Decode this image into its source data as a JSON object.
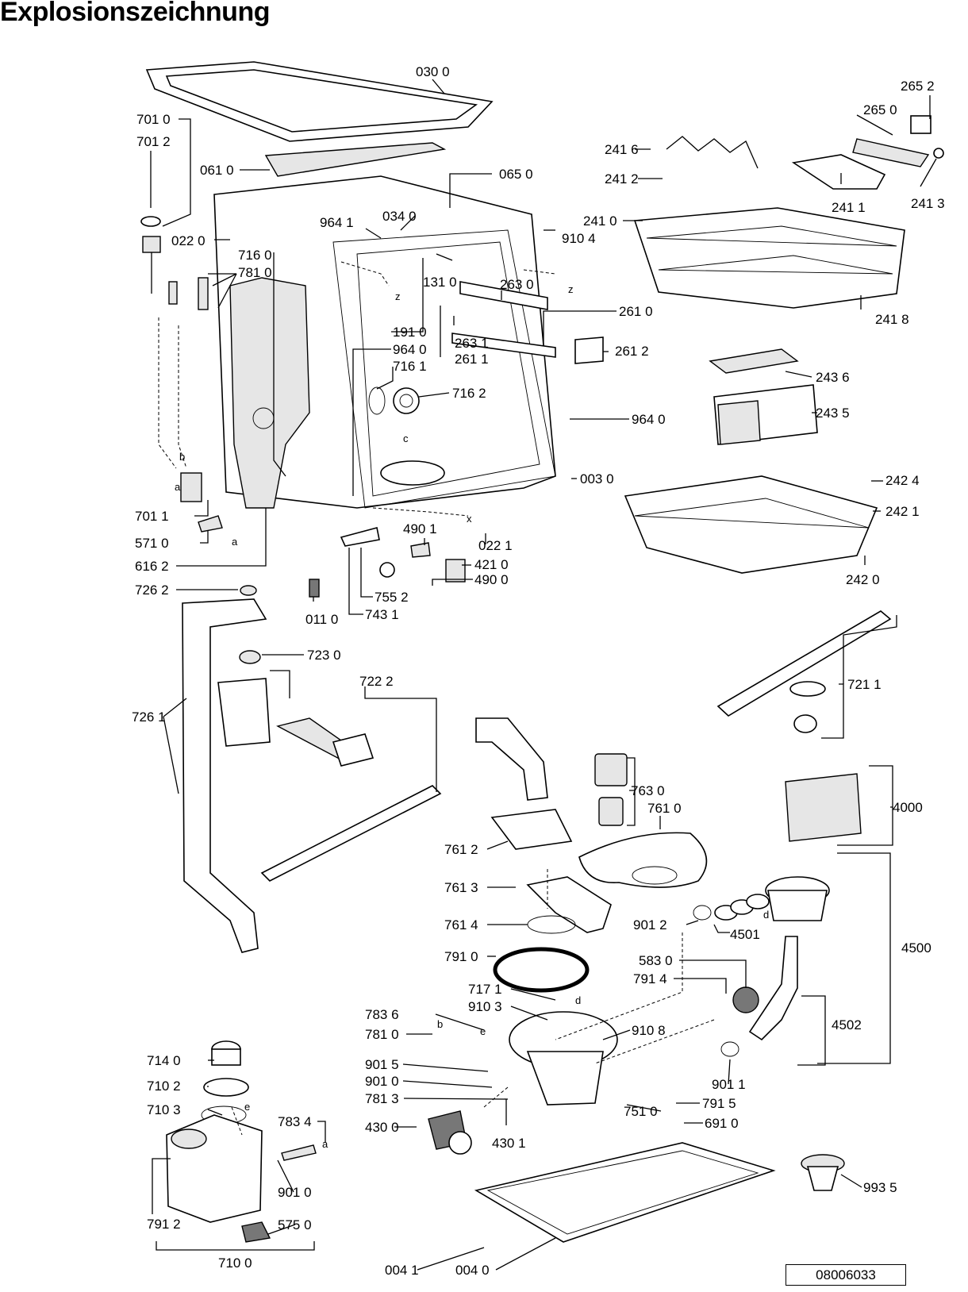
{
  "title": "Explosionszeichnung",
  "reference_number": "08006033",
  "part_labels": {
    "p0300": "030 0",
    "p7010": "701 0",
    "p7012": "701 2",
    "p2652": "265 2",
    "p2650": "265 0",
    "p2416": "241 6",
    "p0610": "061 0",
    "p0650": "065 0",
    "p2412": "241 2",
    "p2411": "241 1",
    "p2413": "241 3",
    "p0340": "034 0",
    "p9641a": "964 1",
    "p2410": "241 0",
    "p9104": "910 4",
    "p0220": "022 0",
    "p7160": "716 0",
    "p7810a": "781 0",
    "p1310": "131 0",
    "p2630": "263 0",
    "p2610": "261 0",
    "p2418": "241 8",
    "p1910": "191 0",
    "p9640a": "964 0",
    "p2631": "263 1",
    "p2611": "261 1",
    "p2612": "261 2",
    "p7161": "716 1",
    "p7162": "716 2",
    "p2436": "243 6",
    "p2435": "243 5",
    "p9640b": "964 0",
    "p0030": "003 0",
    "p2424": "242 4",
    "p2421": "242 1",
    "p7011": "701 1",
    "p4901": "490 1",
    "p0221": "022 1",
    "p5710": "571 0",
    "p4210": "421 0",
    "p6162": "616 2",
    "p4900": "490 0",
    "p2420": "242 0",
    "p7262": "726 2",
    "p7552": "755 2",
    "p0110": "011 0",
    "p7431": "743 1",
    "p7230": "723 0",
    "p7222": "722 2",
    "p7211": "721 1",
    "p7261": "726 1",
    "p7630": "763 0",
    "p7610": "761 0",
    "p4000": "4000",
    "p7612": "761 2",
    "p7613": "761 3",
    "p9012": "901 2",
    "p4501": "4501",
    "p7614": "761 4",
    "p4500": "4500",
    "p7910": "791 0",
    "p5830": "583 0",
    "p7171": "717 1",
    "p7914": "791 4",
    "p9103": "910 3",
    "p7836": "783 6",
    "p9108": "910 8",
    "p4502": "4502",
    "p7810b": "781 0",
    "p7140": "714 0",
    "p9015": "901 5",
    "p7102": "710 2",
    "p9010a": "901 0",
    "p9011": "901 1",
    "p7813": "781 3",
    "p7103": "710 3",
    "p7510": "751 0",
    "p7915": "791 5",
    "p7834": "783 4",
    "p4300": "430 0",
    "p6910": "691 0",
    "p4301": "430 1",
    "p9935": "993 5",
    "p9010b": "901 0",
    "p7912": "791 2",
    "p5750": "575 0",
    "p7100": "710 0",
    "p0041": "004 1",
    "p0040": "004 0"
  },
  "connector_letters": {
    "z1": "z",
    "z2": "z",
    "c": "c",
    "x": "x",
    "b1": "b",
    "a1": "a",
    "a2": "a",
    "d1": "d",
    "d2": "d",
    "b2": "b",
    "e1": "e",
    "e2": "e",
    "a3": "a"
  }
}
